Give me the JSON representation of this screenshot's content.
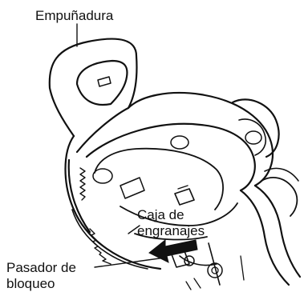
{
  "labels": {
    "handle": "Empuñadura",
    "gear_case": {
      "line1": "Caja de",
      "line2": "engranajes"
    },
    "lock_pin": {
      "line1": "Pasador de",
      "line2": "bloqueo"
    }
  },
  "colors": {
    "ink": "#111111",
    "paper": "#ffffff"
  }
}
